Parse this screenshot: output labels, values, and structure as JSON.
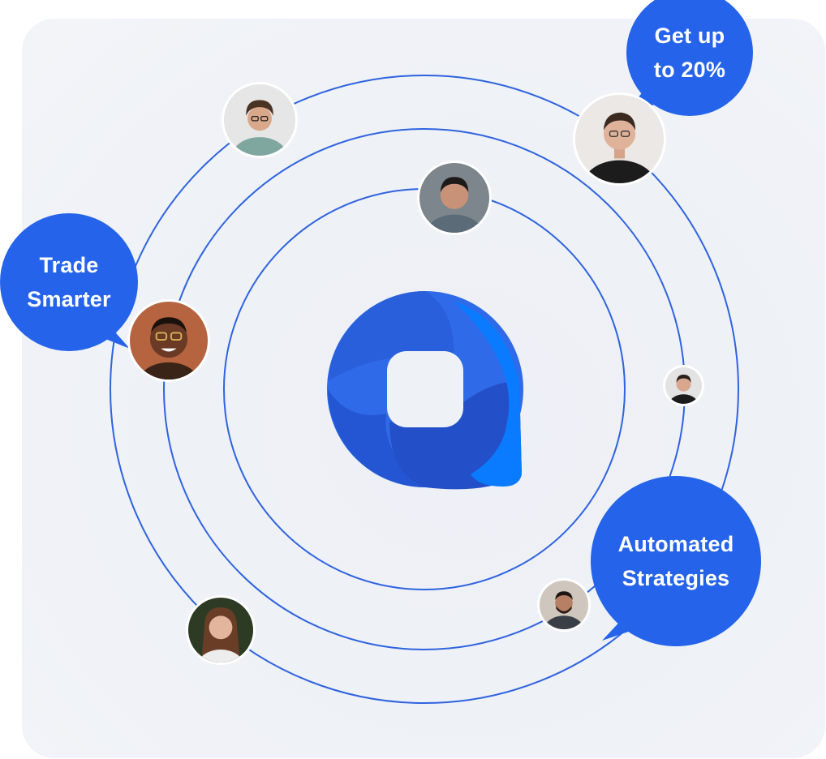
{
  "bubbles": {
    "trade_smarter": {
      "line1": "Trade",
      "line2": "Smarter"
    },
    "get_up_to": {
      "line1": "Get up",
      "line2": "to 20%"
    },
    "automated_strategies": {
      "line1": "Automated",
      "line2": "Strategies"
    }
  },
  "colors": {
    "accent": "#2563EB",
    "orbit": "#2F63E0",
    "logo_dark": "#2350C8",
    "logo_mid": "#2F6BE8",
    "logo_light": "#0A7BFF",
    "panel": "#EEF1F6"
  },
  "avatars": [
    {
      "name": "man-curly-hair-glasses"
    },
    {
      "name": "man-smiling-black-shirt"
    },
    {
      "name": "man-short-dark-hair"
    },
    {
      "name": "man-orange-glasses"
    },
    {
      "name": "man-dark-hair-small"
    },
    {
      "name": "man-beard-plaid-shirt"
    },
    {
      "name": "woman-long-brown-hair"
    }
  ]
}
